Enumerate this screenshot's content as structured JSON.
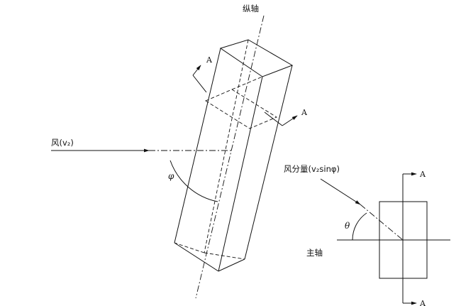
{
  "left": {
    "longitudinal_axis_label": "纵轴",
    "wind_label": "风(v₂)",
    "angle_phi": "φ",
    "section_label_upper": "A",
    "section_label_right": "A"
  },
  "right": {
    "wind_component_label": "风分量(v₂sinφ)",
    "angle_theta": "θ",
    "principal_axis_label": "主轴",
    "section_label_top": "A",
    "section_label_bottom": "A"
  }
}
